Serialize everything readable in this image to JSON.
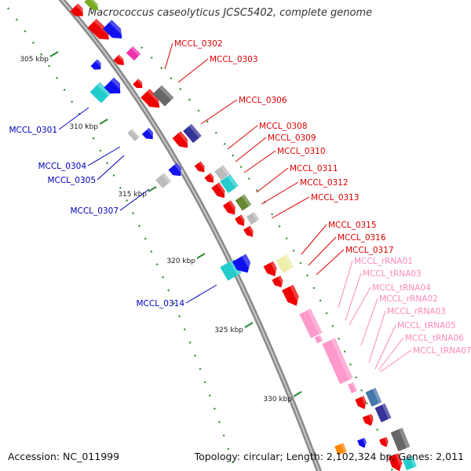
{
  "genome": {
    "title": "Macrococcus caseolyticus JCSC5402, complete genome",
    "accession_text": "Accession: NC_011999",
    "summary_text": "Topology: circular; Length: 2,102,324 bp; Genes: 2,011"
  },
  "colors": {
    "backbone": "#8a8a8a",
    "forward_label": "#dd0000",
    "reverse_label": "#0000bb",
    "rna_label": "#ff88bb",
    "tick": "#2a8a2a"
  },
  "ticks": [
    "305 kbp",
    "310 kbp",
    "315 kbp",
    "320 kbp",
    "325 kbp",
    "330 kbp"
  ],
  "labels": {
    "forward": [
      "MCCL_0302",
      "MCCL_0303",
      "MCCL_0306",
      "MCCL_0308",
      "MCCL_0309",
      "MCCL_0310",
      "MCCL_0311",
      "MCCL_0312",
      "MCCL_0313",
      "MCCL_0315",
      "MCCL_0316",
      "MCCL_0317"
    ],
    "reverse": [
      "MCCL_0301",
      "MCCL_0304",
      "MCCL_0305",
      "MCCL_0307",
      "MCCL_0314"
    ],
    "rna": [
      "MCCL_rRNA01",
      "MCCL_tRNA03",
      "MCCL_tRNA04",
      "MCCL_rRNA02",
      "MCCL_rRNA03",
      "MCCL_tRNA05",
      "MCCL_tRNA06",
      "MCCL_tRNA07"
    ]
  }
}
